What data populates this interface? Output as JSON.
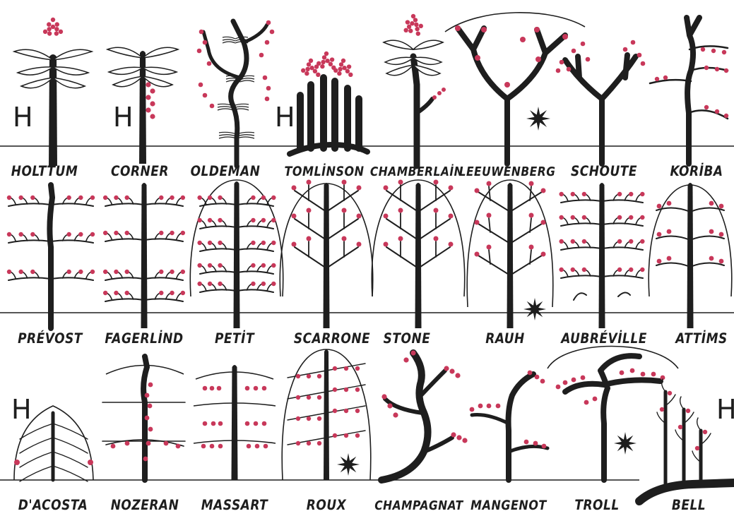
{
  "models": [
    {
      "name": "HOLTTUM",
      "herb": true,
      "star": false
    },
    {
      "name": "CORNER",
      "herb": true,
      "star": false
    },
    {
      "name": "OLDEMAN",
      "herb": false,
      "star": false
    },
    {
      "name": "TOMLİNSON",
      "herb": true,
      "star": false
    },
    {
      "name": "CHAMBERLAİN",
      "herb": false,
      "star": false
    },
    {
      "name": "LEEUWENBERG",
      "herb": false,
      "star": true
    },
    {
      "name": "SCHOUTE",
      "herb": false,
      "star": false
    },
    {
      "name": "KORİBA",
      "herb": false,
      "star": false
    },
    {
      "name": "PRÉVOST",
      "herb": false,
      "star": false
    },
    {
      "name": "FAGERLİND",
      "herb": false,
      "star": false
    },
    {
      "name": "PETİT",
      "herb": false,
      "star": false
    },
    {
      "name": "SCARRONE",
      "herb": false,
      "star": false
    },
    {
      "name": "STONE",
      "herb": false,
      "star": false
    },
    {
      "name": "RAUH",
      "herb": false,
      "star": true
    },
    {
      "name": "AUBRÉVİLLE",
      "herb": false,
      "star": false
    },
    {
      "name": "ATTİMS",
      "herb": false,
      "star": false
    },
    {
      "name": "D'ACOSTA",
      "herb": true,
      "star": false
    },
    {
      "name": "NOZERAN",
      "herb": false,
      "star": false
    },
    {
      "name": "MASSART",
      "herb": false,
      "star": false
    },
    {
      "name": "ROUX",
      "herb": false,
      "star": true
    },
    {
      "name": "CHAMPAGNAT",
      "herb": false,
      "star": false
    },
    {
      "name": "MANGENOT",
      "herb": false,
      "star": false
    },
    {
      "name": "TROLL",
      "herb": false,
      "star": true
    },
    {
      "name": "BELL",
      "herb": true,
      "star": false
    }
  ],
  "herb_symbol": "H",
  "colors": {
    "ink": "#1e1e1e",
    "flower": "#c8385a",
    "background": "#ffffff"
  }
}
